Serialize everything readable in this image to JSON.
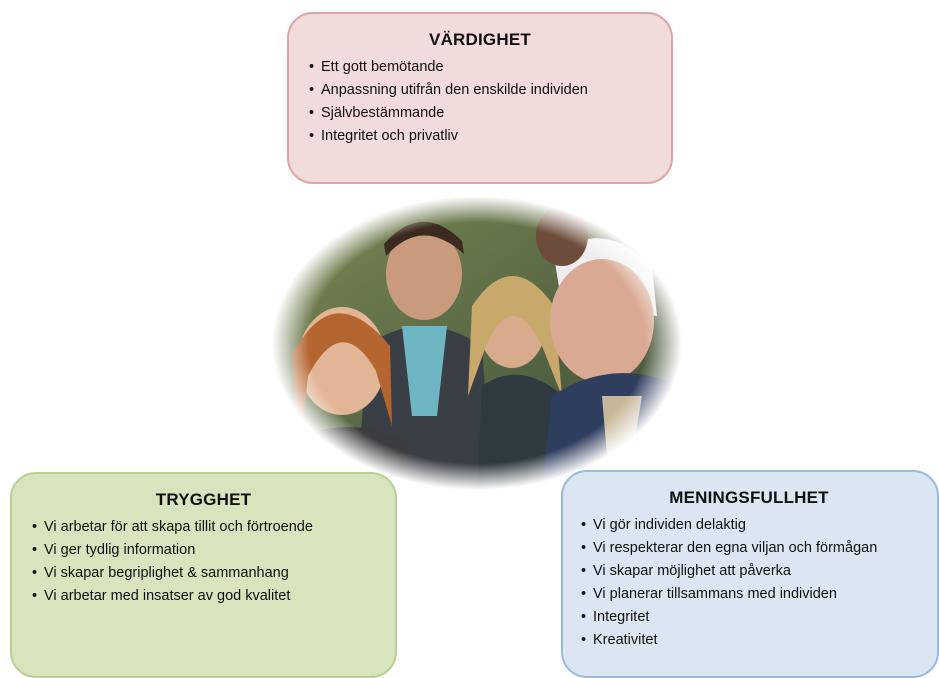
{
  "boxes": {
    "top": {
      "title": "VÄRDIGHET",
      "items": [
        "Ett gott bemötande",
        "Anpassning utifrån den enskilde individen",
        "Självbestämmande",
        "Integritet och privatliv"
      ]
    },
    "left": {
      "title": "TRYGGHET",
      "items": [
        "Vi arbetar för att skapa tillit och förtroende",
        "Vi ger tydlig information",
        "Vi skapar begriplighet & sammanhang",
        "Vi arbetar med insatser av god kvalitet"
      ]
    },
    "right": {
      "title": "MENINGSFULLHET",
      "items": [
        "Vi gör individen delaktig",
        "Vi respekterar den egna viljan och förmågan",
        "Vi skapar möjlighet att påverka",
        "Vi planerar tillsammans med individen",
        "Integritet",
        "Kreativitet"
      ]
    }
  },
  "photo": {
    "icon": "group-photo-icon"
  },
  "colors": {
    "top_fill": "#f2dbdb",
    "top_border": "#dda3a6",
    "left_fill": "#d7e4bd",
    "left_border": "#b7d08f",
    "right_fill": "#dce6f2",
    "right_border": "#9ab9df"
  }
}
